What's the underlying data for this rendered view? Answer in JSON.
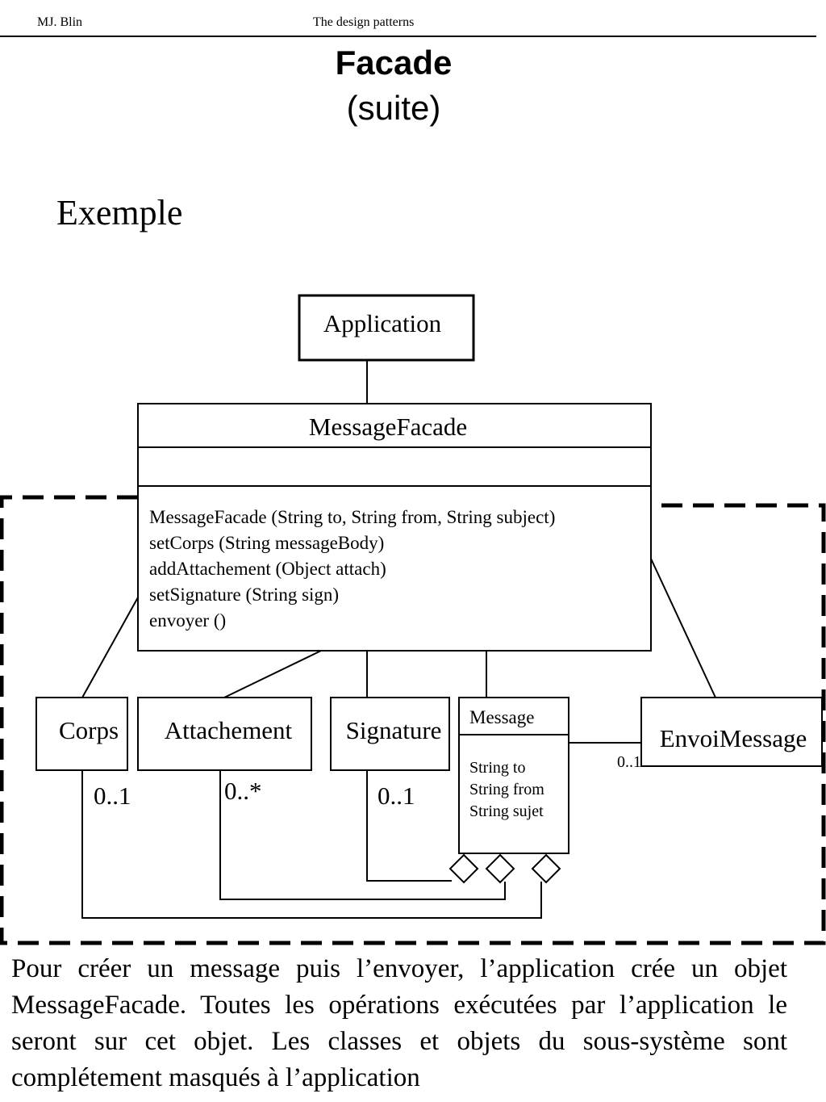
{
  "header": {
    "author": "MJ. Blin",
    "course": "The design patterns"
  },
  "slide": {
    "title": "Facade",
    "subtitle": "(suite)",
    "section": "Exemple"
  },
  "diagram": {
    "application": {
      "name": "Application"
    },
    "facade": {
      "name": "MessageFacade",
      "operations": [
        "MessageFacade (String to, String from, String subject)",
        "setCorps (String  messageBody)",
        "addAttachement (Object attach)",
        "setSignature (String sign)",
        "envoyer ()"
      ]
    },
    "corps": {
      "name": "Corps",
      "multiplicity": "0..1"
    },
    "attachement": {
      "name": "Attachement",
      "multiplicity": "0..*"
    },
    "signature": {
      "name": "Signature",
      "multiplicity": "0..1"
    },
    "message": {
      "name": "Message",
      "attributes": [
        "String to",
        "String from",
        "String sujet"
      ]
    },
    "envoi": {
      "name": "EnvoiMessage",
      "multiplicity": "0..1"
    }
  },
  "description": "Pour créer un message puis l’envoyer, l’application crée un objet MessageFacade. Toutes les opérations exécutées par l’application le seront sur cet objet. Les classes et objets du sous-système sont complétement masqués à l’application"
}
